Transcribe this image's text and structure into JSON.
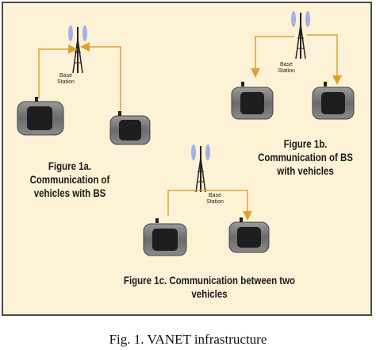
{
  "diagram": {
    "panel_a": {
      "station_label": "Base\nStation",
      "caption_lines": [
        "Figure 1a.",
        "Communication of",
        "vehicles with BS"
      ]
    },
    "panel_b": {
      "station_label": "Base\nStation",
      "caption_lines": [
        "Figure 1b.",
        "Communication of BS",
        "with vehicles"
      ]
    },
    "panel_c": {
      "station_label": "Base\nStation",
      "caption_lines": [
        "Figure 1c. Communication between two",
        "vehicles"
      ]
    },
    "colors": {
      "background": "#fdf2d6",
      "arrow": "#e0a030",
      "border": "#4a4a4a"
    }
  },
  "figure_caption": "Fig. 1.  VANET infrastructure"
}
